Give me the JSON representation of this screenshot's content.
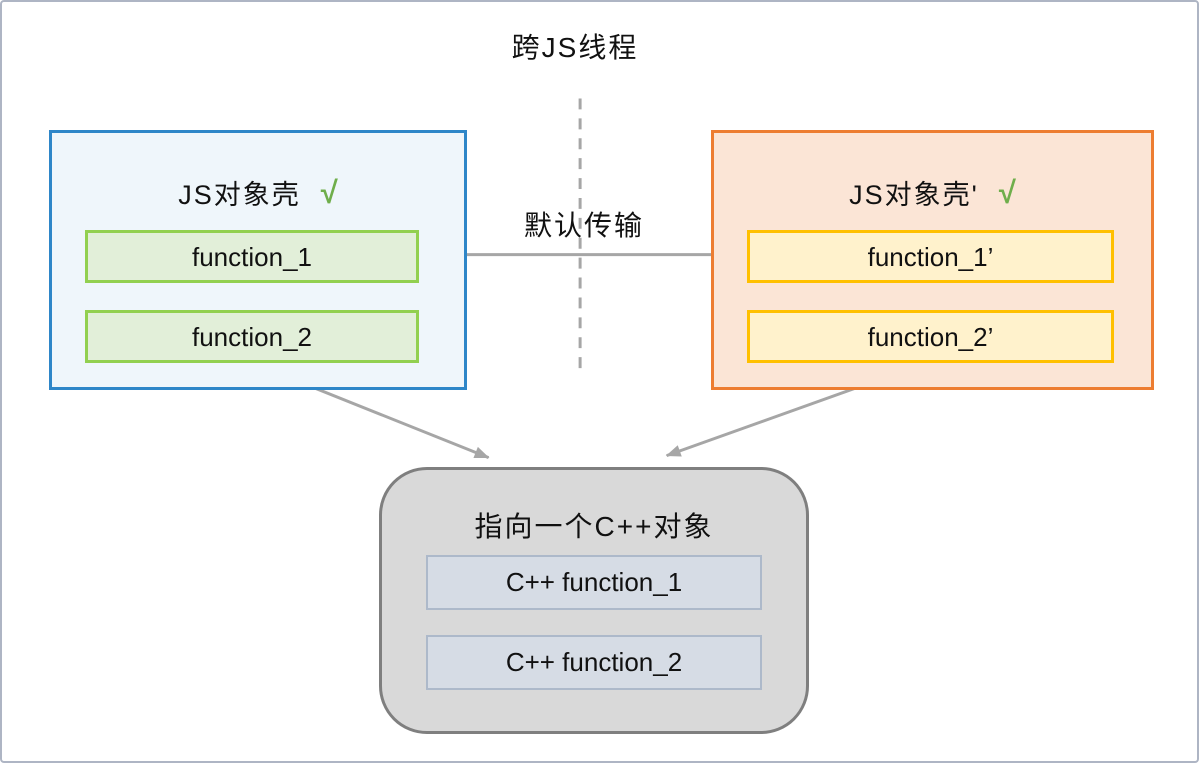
{
  "diagram": {
    "title": "跨JS线程",
    "transfer_label": "默认传输",
    "left_box": {
      "title": "JS对象壳",
      "check": "√",
      "items": [
        {
          "label": "function_1"
        },
        {
          "label": "function_2"
        }
      ]
    },
    "right_box": {
      "title": "JS对象壳'",
      "check": "√",
      "items": [
        {
          "label": "function_1’"
        },
        {
          "label": "function_2’"
        }
      ]
    },
    "cpp_box": {
      "title": "指向一个C++对象",
      "items": [
        {
          "label": "C++ function_1"
        },
        {
          "label": "C++ function_2"
        }
      ]
    },
    "colors": {
      "canvas_border": "#aeb5c4",
      "left_box_border": "#2e86c8",
      "left_box_fill": "#eff6fb",
      "green_item_border": "#92d050",
      "green_item_fill": "#e2efd9",
      "right_box_border": "#ed7d31",
      "right_box_fill": "#fbe5d6",
      "yellow_item_border": "#ffc000",
      "yellow_item_fill": "#fff2cc",
      "cpp_box_border": "#7f7f7f",
      "cpp_box_fill": "#d9d9d9",
      "cpp_item_border": "#adb9ca",
      "cpp_item_fill": "#d6dce5",
      "arrow": "#a6a6a6",
      "check": "#6fae4b"
    }
  }
}
